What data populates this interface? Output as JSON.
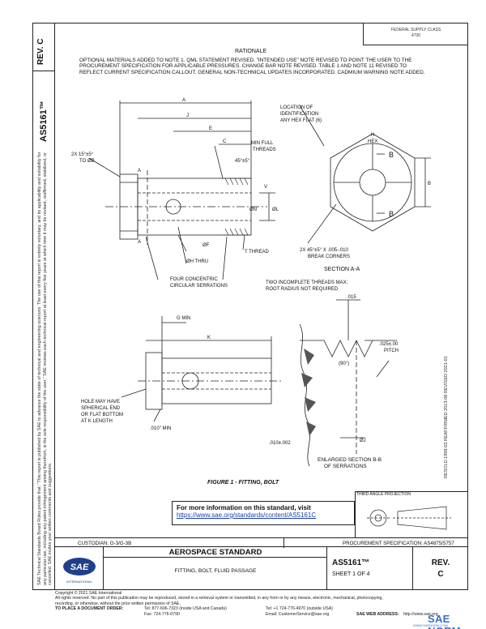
{
  "side": {
    "rev_label": "REV.",
    "rev_value": "C",
    "doc_number": "AS5161™",
    "notice": "SAE Technical Standards Board Rules provide that: \"This report is published by SAE to advance the state of technical and engineering sciences. The use of this report is entirely voluntary, and its applicability and suitability for any particular use, including any patent infringement arising therefrom, is the sole responsibility of the user.\" SAE reviews each technical report at least every five years at which time it may be revised, reaffirmed, stabilized, or cancelled. SAE invites your written comments and suggestions.",
    "right_stamp": "RESOLD 1998-03   REAFFIRMED 2013-08   REVISED 2021-01"
  },
  "fed_stamp": [
    "FEDERAL SUPPLY CLASS",
    "4730"
  ],
  "rationale": {
    "title": "RATIONALE",
    "text": "OPTIONAL MATERIALS ADDED TO NOTE 1. QML STATEMENT REVISED. \"INTENDED USE\" NOTE REVISED TO POINT THE USER TO THE PROCUREMENT SPECIFICATION FOR APPLICABLE PRESSURES. CHANGE BAR NOTE REVISED. TABLE 1 AND NOTE 11 REVISED TO REFLECT CURRENT SPECIFICATION CALLOUT. GENERAL NON-TECHNICAL UPDATES INCORPORATED. CADMIUM WARNING NOTE ADDED."
  },
  "figure": {
    "caption": "FIGURE 1 - FITTING, BOLT",
    "labels": {
      "A": "A",
      "J": "J",
      "E": "E",
      "C": "C",
      "B": "B",
      "chamfer": "2X 15°±5°",
      "chamfer_to": "TO ØB",
      "min_full": "MIN FULL",
      "threads": "THREADS",
      "angle45": "45°±5°",
      "V": "V",
      "locate1": "LOCATION OF",
      "locate2": "IDENTIFICATION",
      "locate3": "ANY HEX FLAT (6)",
      "H": "H",
      "hex": "HEX",
      "dn": "ØN",
      "dl": "ØL",
      "df": "ØF",
      "dh": "ØH THRU",
      "t_thread": "T THREAD",
      "serr1": "FOUR CONCENTRIC",
      "serr2": "CIRCULAR SERRATIONS",
      "incomplete1": "TWO INCOMPLETE THREADS MAX;",
      "incomplete2": "ROOT RADIUS NOT REQUIRED",
      "break1": "2X 45°±5° X .005-.010",
      "break2": "BREAK CORNERS",
      "section_aa": "SECTION A-A",
      "g_min": "G MIN",
      "K": "K",
      "hole1": "HOLE MAY HAVE",
      "hole2": "SPHERICAL END",
      "hole3": "OR FLAT BOTTOM",
      "hole4": "AT K LENGTH",
      "d010": ".010\" MIN",
      "d015": ".015",
      "pitch1": ".025±.00",
      "pitch2": "PITCH",
      "deg90": "(90°)",
      "tol": ".010±.002",
      "dj": "ØJ",
      "enl1": "ENLARGED SECTION B-B",
      "enl2": "OF SERRATIONS"
    }
  },
  "info": {
    "title": "For more information on this standard, visit",
    "link": "https://www.sae.org/standards/content/AS5161C"
  },
  "projection": "THIRD ANGLE PROJECTION",
  "custodian": "CUSTODIAN: G-3/G-3B",
  "procurement": "PROCUREMENT SPECIFICATION: AS4875/5757",
  "titleblock": {
    "logo_text": "SAE",
    "logo_sub": "INTERNATIONAL",
    "heading": "AEROSPACE STANDARD",
    "title": "FITTING, BOLT, FLUID PASSAGE",
    "doc_number": "AS5161™",
    "sheet": "SHEET 1 OF 4",
    "rev_label": "REV.",
    "rev_value": "C"
  },
  "footer": {
    "copyright": "Copyright © 2021 SAE International",
    "rights": "All rights reserved. No part of this publication may be reproduced, stored in a retrieval system or transmitted, in any form or by any means, electronic, mechanical, photocopying,",
    "rights2": "recording, or otherwise, without the prior written permission of SAE.",
    "order_label": "TO PLACE A DOCUMENT ORDER:",
    "tel1": "Tel: 877-606-7323 (inside USA and Canada)",
    "tel2": "Tel: +1 724-776-4970 (outside USA)",
    "fax": "Fax: 724-776-0790",
    "email": "Email: CustomerService@sae.org",
    "web": "SAE WEB ADDRESS:",
    "url": "http://www.sae.org"
  },
  "watermark": "SAE NORM",
  "watermark_sub": "WWW.SAENORM.COM"
}
